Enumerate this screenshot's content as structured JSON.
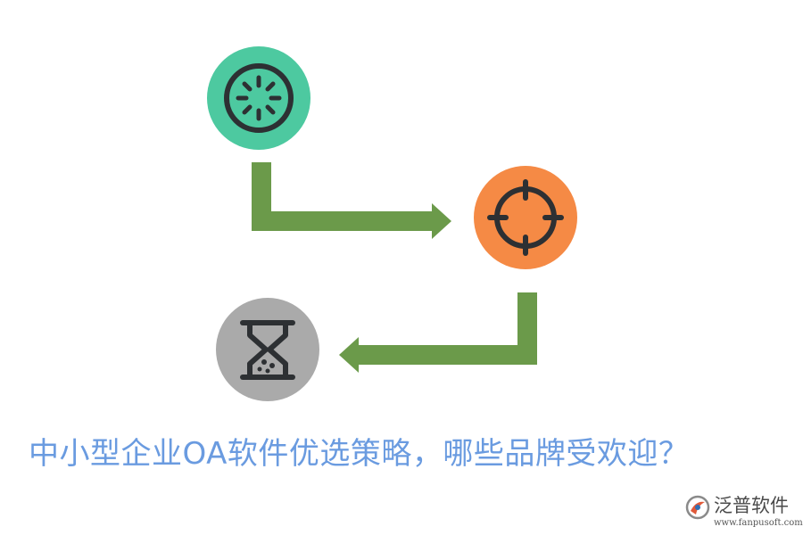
{
  "caption": "中小型企业OA软件优选策略，哪些品牌受欢迎？",
  "nodes": [
    {
      "id": "start",
      "icon": "loading-spinner-icon",
      "color": "#4dc9a0"
    },
    {
      "id": "target",
      "icon": "crosshair-target-icon",
      "color": "#f58a45"
    },
    {
      "id": "wait",
      "icon": "hourglass-icon",
      "color": "#aaaaaa"
    }
  ],
  "connectors": [
    {
      "from": "start",
      "to": "target",
      "color": "#6b9a4a"
    },
    {
      "from": "target",
      "to": "wait",
      "color": "#6b9a4a"
    }
  ],
  "logo": {
    "name": "泛普软件",
    "url": "www.fanpusoft.com",
    "icon": "fanpu-logo-icon",
    "accent": "#e05a3a"
  }
}
